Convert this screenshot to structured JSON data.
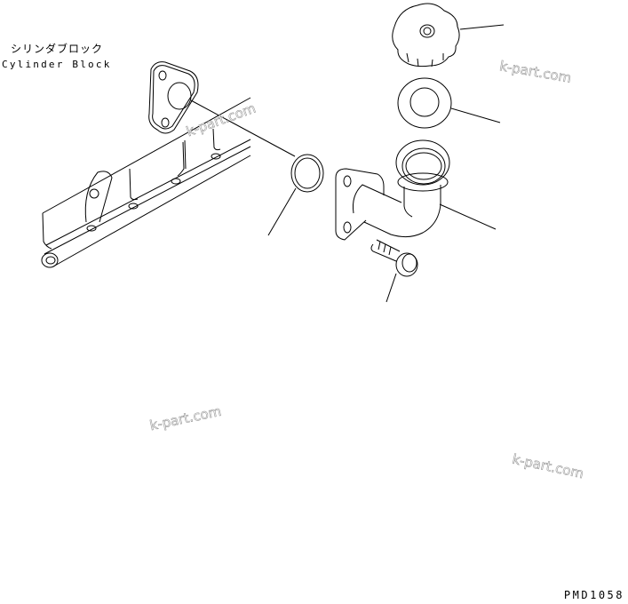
{
  "diagram": {
    "label_jp": "シリンダブロック",
    "label_en": "Cylinder Block",
    "drawing_code": "PMD1058",
    "parts": [
      {
        "name": "filler-cap"
      },
      {
        "name": "cap-gasket"
      },
      {
        "name": "filler-elbow"
      },
      {
        "name": "flange-bolt"
      },
      {
        "name": "o-ring"
      },
      {
        "name": "flange-gasket"
      },
      {
        "name": "cylinder-block"
      }
    ],
    "watermarks": [
      "k-part.com",
      "k-part.com",
      "k-part.com",
      "k-part.com"
    ],
    "colors": {
      "line": "#000000",
      "watermark": "#999999",
      "background": "#ffffff"
    }
  }
}
